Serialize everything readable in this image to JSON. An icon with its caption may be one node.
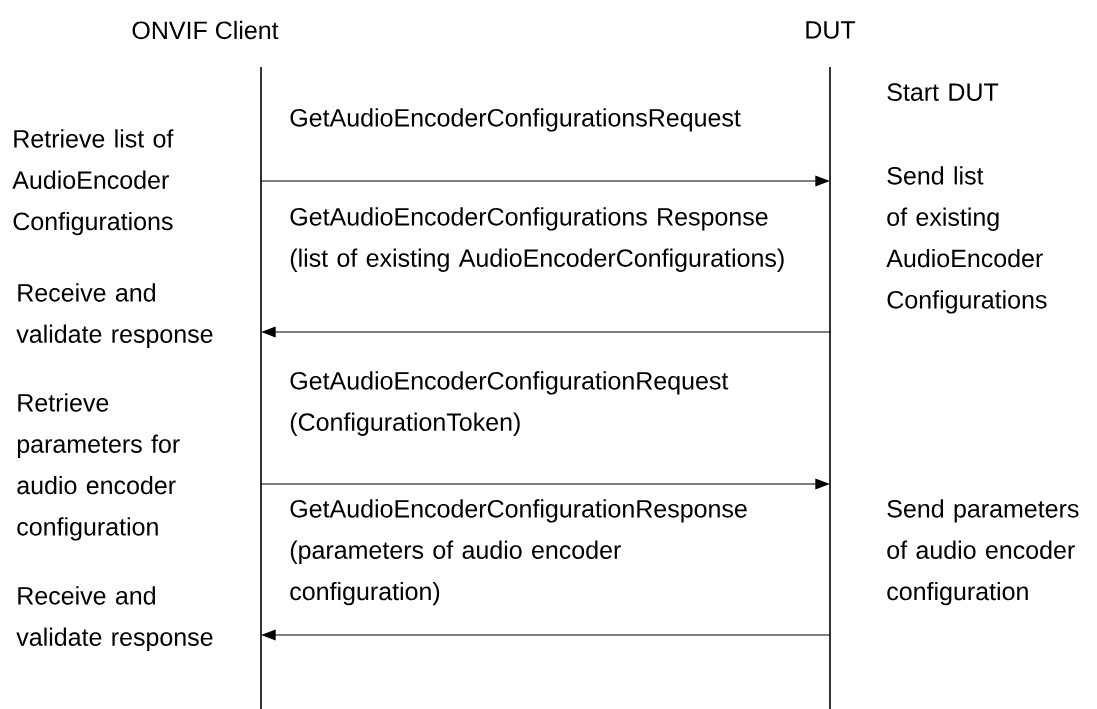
{
  "diagram": {
    "nodes": [
      {
        "text": [
          "ONVIF Client"
        ]
      },
      {
        "text": [
          "DUT"
        ]
      }
    ],
    "edges": [
      {
        "from": 0,
        "to": 1,
        "arrow": "to",
        "label": "GetAudioEncoderConfigurationsRequest"
      },
      {
        "from": 1,
        "to": 0,
        "arrow": "to",
        "label": "GetAudioEncoderConfigurations Response (list of existing AudioEncoderConfigurations)"
      },
      {
        "from": 0,
        "to": 1,
        "arrow": "to",
        "label": "GetAudioEncoderConfigurationRequest (ConfigurationToken)"
      },
      {
        "from": 1,
        "to": 0,
        "arrow": "to",
        "label": "GetAudioEncoderConfigurationResponse (parameters of audio encoder configuration)"
      }
    ],
    "labels": [
      "Start DUT",
      "Retrieve list of AudioEncoder Configurations",
      "Send list of existing AudioEncoder Configurations",
      "Receive and validate response",
      "Retrieve parameters for audio encoder configuration",
      "Send parameters of audio encoder configuration",
      "Receive and validate response"
    ]
  }
}
